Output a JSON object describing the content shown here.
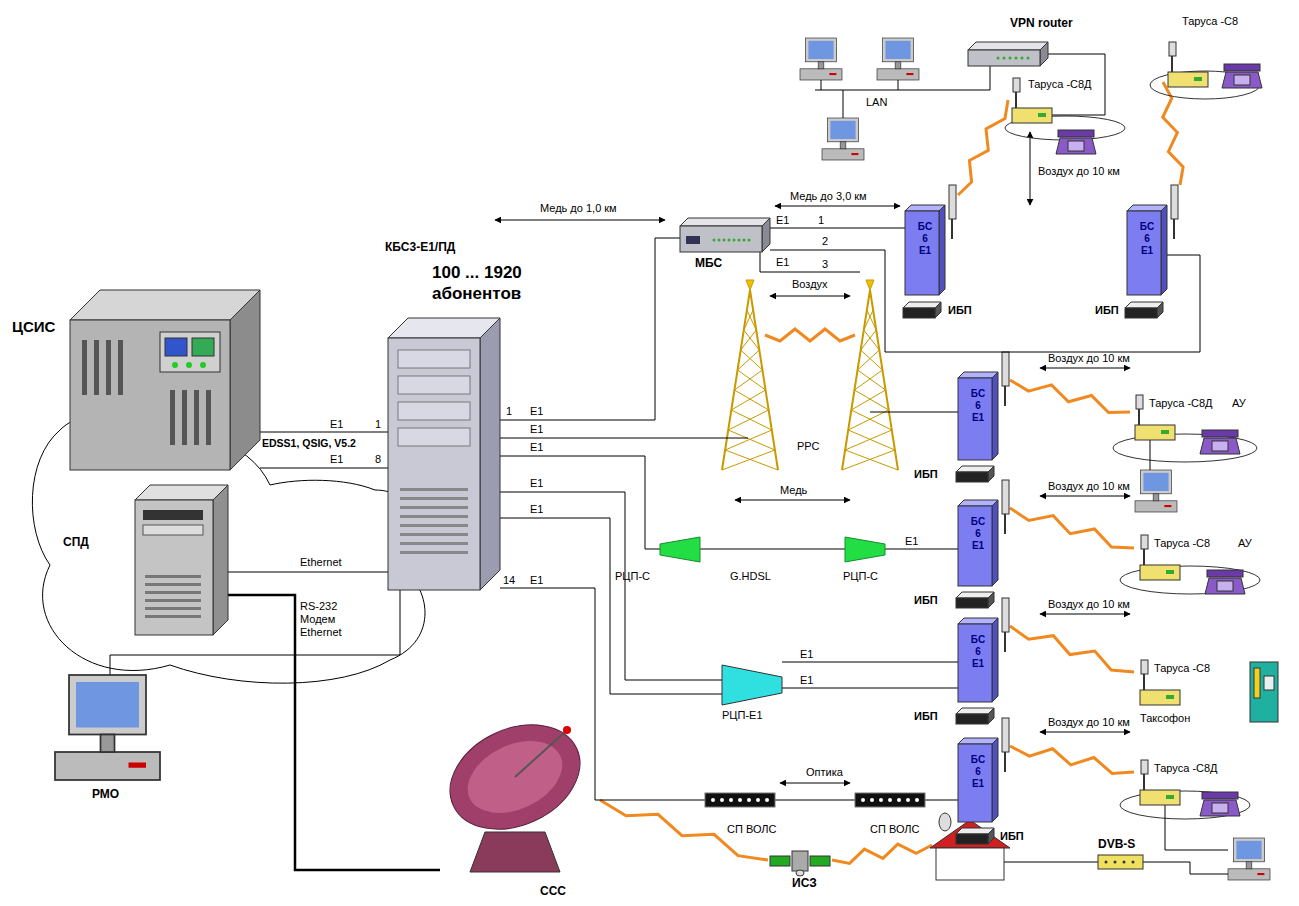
{
  "diagram": {
    "nodes": [
      {
        "text": [
          "ЦСИС"
        ]
      },
      {
        "text": [
          "СПД"
        ]
      },
      {
        "text": [
          "КБС3-Е1/ПД",
          "100 ... 1920 абонентов"
        ]
      },
      {
        "text": [
          "РМО"
        ]
      },
      {
        "text": [
          "МБС"
        ]
      },
      {
        "text": [
          "VPN router"
        ]
      },
      {
        "text": [
          "БС 6 Е1"
        ]
      },
      {
        "text": [
          "БС 6 Е1"
        ]
      },
      {
        "text": [
          "Таруса -С8Д"
        ]
      },
      {
        "text": [
          "Таруса -С8"
        ]
      },
      {
        "text": [
          "БС 6 Е1"
        ]
      },
      {
        "text": [
          "Таруса -С8Д"
        ]
      },
      {
        "text": [
          "РЦП-С"
        ]
      },
      {
        "text": [
          "РЦП-С"
        ]
      },
      {
        "text": [
          "БС 6 Е1"
        ]
      },
      {
        "text": [
          "Таруса -С8"
        ]
      },
      {
        "text": [
          "РЦП-Е1"
        ]
      },
      {
        "text": [
          "БС 6 Е1"
        ]
      },
      {
        "text": [
          "Таруса -С8"
        ]
      },
      {
        "text": [
          "СП ВОЛС"
        ]
      },
      {
        "text": [
          "СП ВОЛС"
        ]
      },
      {
        "text": [
          "БС 6 Е1"
        ]
      },
      {
        "text": [
          "Таруса -С8Д"
        ]
      },
      {
        "text": [
          "ССС"
        ]
      },
      {
        "text": [
          "ИСЗ"
        ]
      },
      {
        "text": [
          "DVB-S"
        ]
      }
    ],
    "edges": [
      {
        "from": 0,
        "to": 2,
        "arrow": "none"
      },
      {
        "from": 0,
        "to": 2,
        "arrow": "none"
      },
      {
        "from": 1,
        "to": 2,
        "arrow": "none"
      },
      {
        "from": 3,
        "to": 2,
        "arrow": "none"
      },
      {
        "from": 1,
        "to": 23,
        "arrow": "none"
      },
      {
        "from": 2,
        "to": 4,
        "arrow": "none"
      },
      {
        "from": 4,
        "to": 6,
        "arrow": "none"
      },
      {
        "from": 4,
        "to": 7,
        "arrow": "none"
      },
      {
        "from": 2,
        "to": 10,
        "arrow": "none"
      },
      {
        "from": 2,
        "to": 12,
        "arrow": "none"
      },
      {
        "from": 12,
        "to": 13,
        "arrow": "none"
      },
      {
        "from": 13,
        "to": 14,
        "arrow": "none"
      },
      {
        "from": 2,
        "to": 16,
        "arrow": "none"
      },
      {
        "from": 2,
        "to": 16,
        "arrow": "none"
      },
      {
        "from": 16,
        "to": 17,
        "arrow": "none"
      },
      {
        "from": 16,
        "to": 17,
        "arrow": "none"
      },
      {
        "from": 2,
        "to": 19,
        "arrow": "none"
      },
      {
        "from": 19,
        "to": 20,
        "arrow": "none"
      },
      {
        "from": 20,
        "to": 21,
        "arrow": "none"
      },
      {
        "from": 5,
        "to": 8,
        "arrow": "none"
      }
    ],
    "labels": [
      "Медь до 1,0 км",
      "Медь до 3,0 км",
      "E1",
      "1",
      "2",
      "E1",
      "3",
      "Воздух до 10 км",
      "LAN",
      "Воздух",
      "РРС",
      "Воздух до 10 км",
      "АУ",
      "Медь",
      "G.HDSL",
      "E1",
      "Воздух до 10 км",
      "АУ",
      "E1",
      "E1",
      "Воздух до 10 км",
      "Таксофон",
      "Оптика",
      "Воздух до 10 км",
      "E1",
      "1",
      "EDSS1, QSIG, V5.2",
      "E1",
      "8",
      "Ethernet",
      "RS-232 Модем Ethernet",
      "1",
      "E1",
      "E1",
      "E1",
      "E1",
      "E1",
      "14",
      "E1",
      "ИБП",
      "ИБП",
      "ИБП",
      "ИБП",
      "ИБП",
      "ИБП"
    ]
  }
}
